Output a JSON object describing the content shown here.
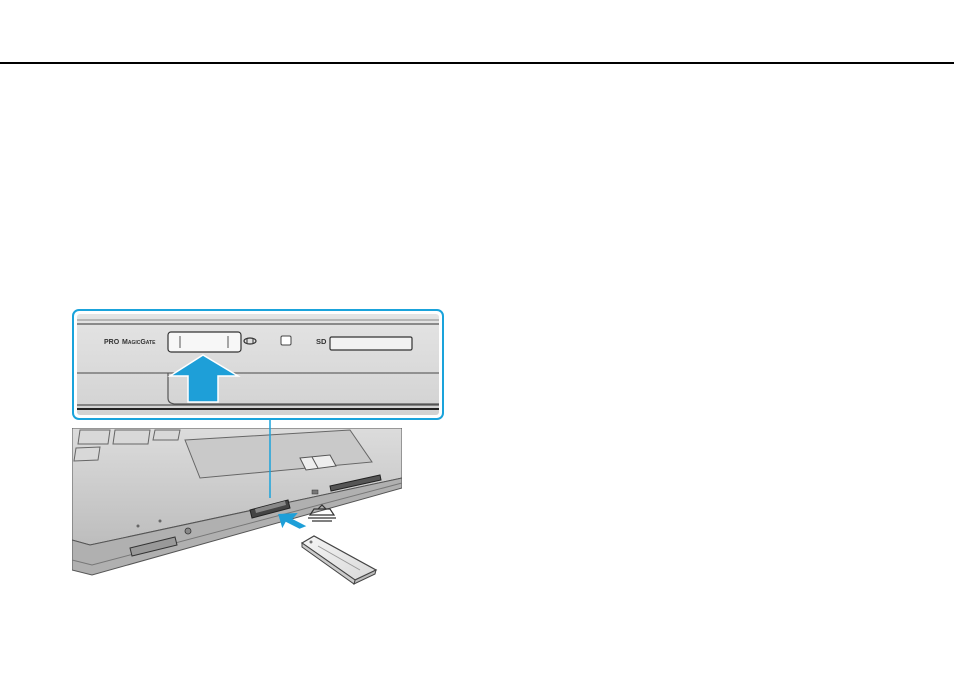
{
  "illustration": {
    "callout": {
      "pro_label": "PRO",
      "magicgate_label": "MagicGate",
      "sd_label": "SD"
    },
    "icons": {
      "insert_arrow": "up-arrow-icon",
      "push_arrow": "right-arrow-icon",
      "memory_stick_logo": "memory-stick-logo-icon"
    },
    "colors": {
      "accent": "#1aa3db",
      "arrow_fill": "#1e9fd8"
    }
  }
}
